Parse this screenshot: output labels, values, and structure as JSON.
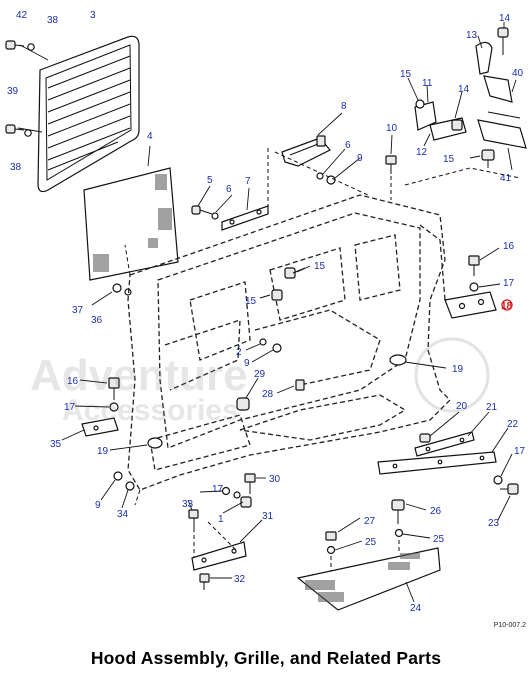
{
  "caption": "Hood Assembly, Grille, and Related Parts",
  "reference_code": "P10-007.2",
  "callouts": [
    {
      "label": "42"
    },
    {
      "label": "38"
    },
    {
      "label": "3"
    },
    {
      "label": "39"
    },
    {
      "label": "38"
    },
    {
      "label": "4"
    },
    {
      "label": "37"
    },
    {
      "label": "36"
    },
    {
      "label": "5"
    },
    {
      "label": "6"
    },
    {
      "label": "7"
    },
    {
      "label": "8"
    },
    {
      "label": "6"
    },
    {
      "label": "9"
    },
    {
      "label": "10"
    },
    {
      "label": "15"
    },
    {
      "label": "11"
    },
    {
      "label": "14"
    },
    {
      "label": "12"
    },
    {
      "label": "15"
    },
    {
      "label": "13"
    },
    {
      "label": "14"
    },
    {
      "label": "40"
    },
    {
      "label": "41"
    },
    {
      "label": "16"
    },
    {
      "label": "17"
    },
    {
      "label": "18"
    },
    {
      "label": "15"
    },
    {
      "label": "15"
    },
    {
      "label": "2"
    },
    {
      "label": "9"
    },
    {
      "label": "19"
    },
    {
      "label": "16"
    },
    {
      "label": "17"
    },
    {
      "label": "29"
    },
    {
      "label": "28"
    },
    {
      "label": "35"
    },
    {
      "label": "19"
    },
    {
      "label": "20"
    },
    {
      "label": "21"
    },
    {
      "label": "22"
    },
    {
      "label": "17"
    },
    {
      "label": "30"
    },
    {
      "label": "9"
    },
    {
      "label": "34"
    },
    {
      "label": "17"
    },
    {
      "label": "33"
    },
    {
      "label": "1"
    },
    {
      "label": "31"
    },
    {
      "label": "26"
    },
    {
      "label": "23"
    },
    {
      "label": "27"
    },
    {
      "label": "25"
    },
    {
      "label": "25"
    },
    {
      "label": "32"
    },
    {
      "label": "24"
    }
  ],
  "highlight_color": "#d41b1b",
  "callout_color": "#1a2fb0"
}
